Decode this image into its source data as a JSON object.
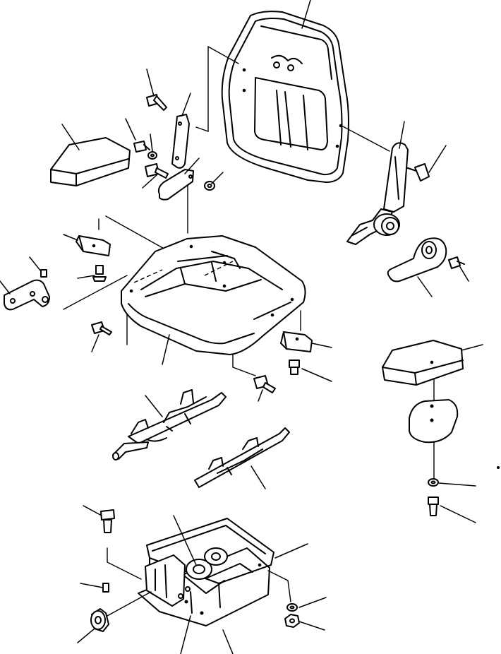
{
  "diagram": {
    "style": "exploded parts illustration, black line art on white",
    "colors": {
      "ink": "#000000",
      "paper": "#ffffff"
    },
    "parts": [
      "backrest",
      "seat-cushion",
      "left-armrest",
      "right-armrest",
      "right-armrest-bracket",
      "backrest-hinge-bracket-left",
      "backrest-hinge-bracket-right",
      "recline-lever",
      "cushion-bracket-left",
      "cushion-bracket-right",
      "slide-lever",
      "seat-rail-left",
      "seat-rail-right",
      "suspension-base",
      "height-adjust-knob",
      "bolts",
      "washers",
      "nuts"
    ]
  }
}
